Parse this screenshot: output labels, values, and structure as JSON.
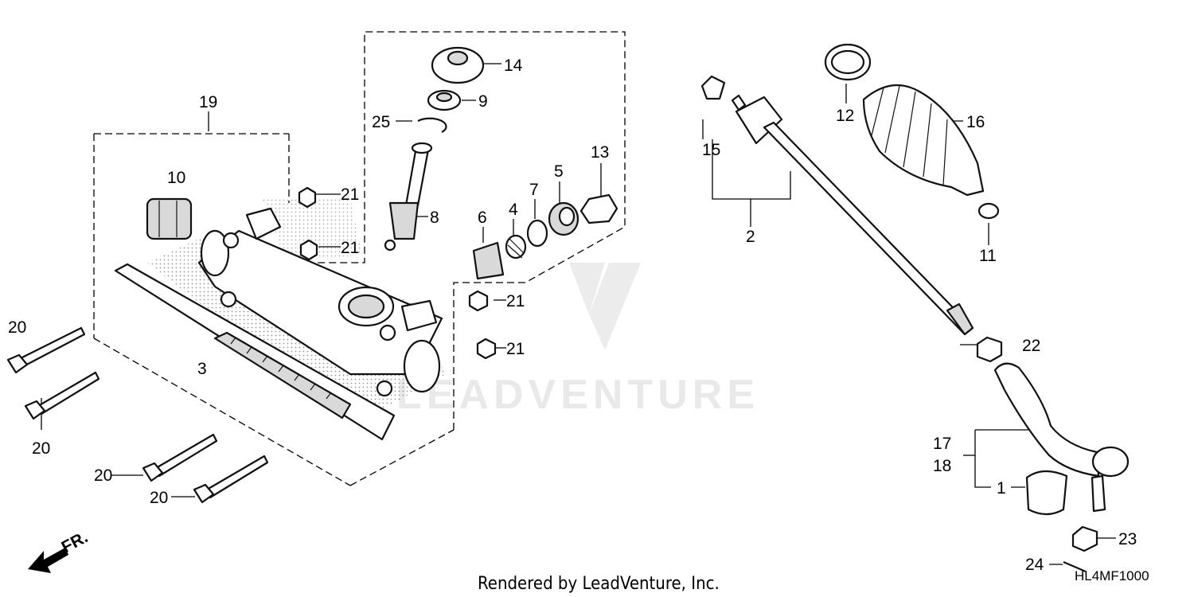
{
  "watermark": "LEADVENTURE",
  "footer_text": "Rendered by LeadVenture, Inc.",
  "diagram_code": "HL4MF1000",
  "direction_label": "FR.",
  "callouts": {
    "c1": "1",
    "c2": "2",
    "c3": "3",
    "c4": "4",
    "c5": "5",
    "c6": "6",
    "c7": "7",
    "c8": "8",
    "c9": "9",
    "c10": "10",
    "c11": "11",
    "c12": "12",
    "c13": "13",
    "c14": "14",
    "c15": "15",
    "c16": "16",
    "c17": "17",
    "c18": "18",
    "c19": "19",
    "c20a": "20",
    "c20b": "20",
    "c20c": "20",
    "c20d": "20",
    "c21a": "21",
    "c21b": "21",
    "c21c": "21",
    "c21d": "21",
    "c22": "22",
    "c23": "23",
    "c24": "24",
    "c25": "25"
  }
}
